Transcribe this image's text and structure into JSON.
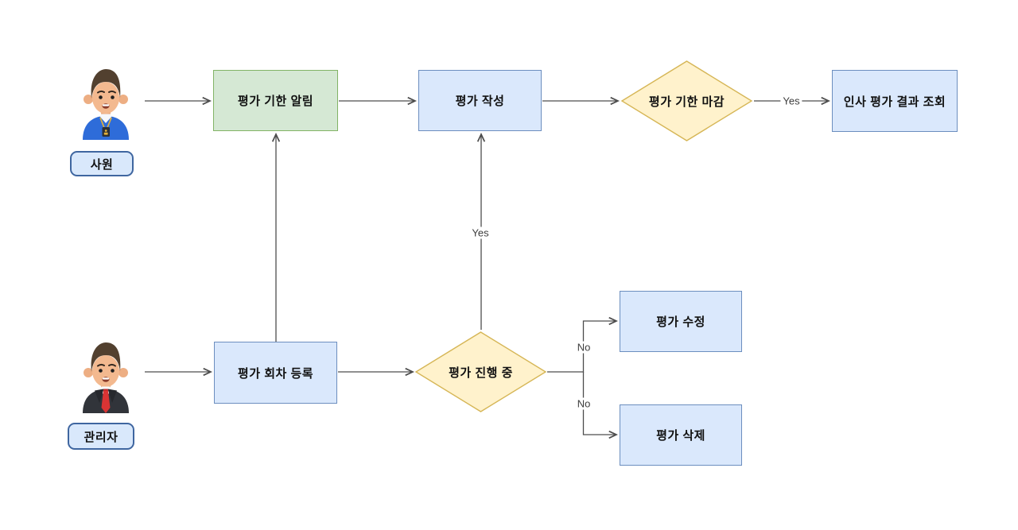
{
  "actors": [
    {
      "id": "employee",
      "label": "사원"
    },
    {
      "id": "manager",
      "label": "관리자"
    }
  ],
  "nodes": {
    "deadline_notice": {
      "label": "평가 기한 알림",
      "shape": "process",
      "fill": "#d5e8d4",
      "stroke": "#82b366"
    },
    "write_eval": {
      "label": "평가 작성",
      "shape": "process",
      "fill": "#dae8fc",
      "stroke": "#6c8ebf"
    },
    "deadline_closed": {
      "label": "평가 기한 마감",
      "shape": "decision",
      "fill": "#fff2cc",
      "stroke": "#d6b656"
    },
    "view_results": {
      "label": "인사 평가 결과 조회",
      "shape": "process",
      "fill": "#dae8fc",
      "stroke": "#6c8ebf"
    },
    "register_round": {
      "label": "평가 회차 등록",
      "shape": "process",
      "fill": "#dae8fc",
      "stroke": "#6c8ebf"
    },
    "eval_in_progress": {
      "label": "평가 진행 중",
      "shape": "decision",
      "fill": "#fff2cc",
      "stroke": "#d6b656"
    },
    "edit_eval": {
      "label": "평가 수정",
      "shape": "process",
      "fill": "#dae8fc",
      "stroke": "#6c8ebf"
    },
    "delete_eval": {
      "label": "평가 삭제",
      "shape": "process",
      "fill": "#dae8fc",
      "stroke": "#6c8ebf"
    }
  },
  "edge_labels": {
    "deadline_yes": "Yes",
    "progress_yes": "Yes",
    "progress_no_edit": "No",
    "progress_no_delete": "No"
  },
  "edge_color": "#4d4d4d"
}
